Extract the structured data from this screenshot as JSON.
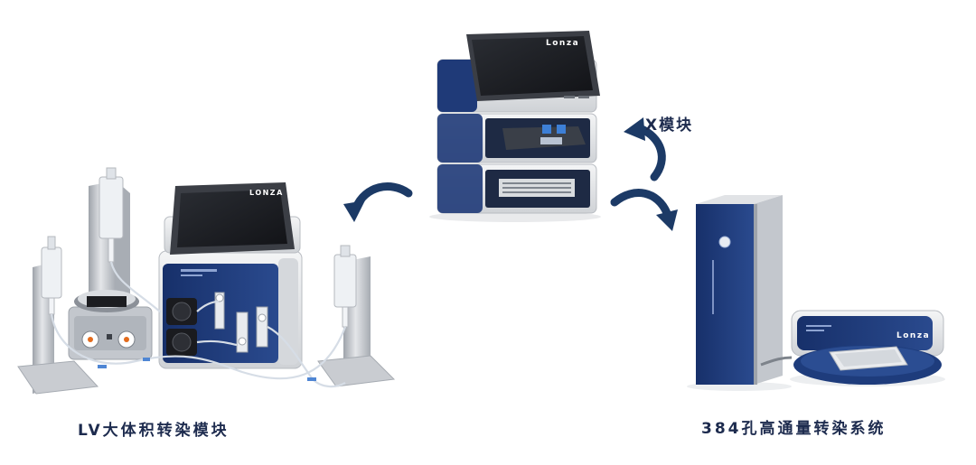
{
  "labels": {
    "x_module": "X模块",
    "lv_module": "LV大体积转染模块",
    "hts_system": "384孔高通量转染系统"
  },
  "brand": {
    "top_device": "Lonza",
    "lv_device": "LONZA",
    "hts_device": "Lonza"
  },
  "colors": {
    "device_navy": "#1f3a78",
    "label_navy": "#1d2b4e",
    "arrow_navy": "#1c3a66",
    "metal": "#c9ccd1",
    "screen_dark": "#1d1f24"
  },
  "icons": {
    "arrows": "curved-arrow-icon"
  }
}
